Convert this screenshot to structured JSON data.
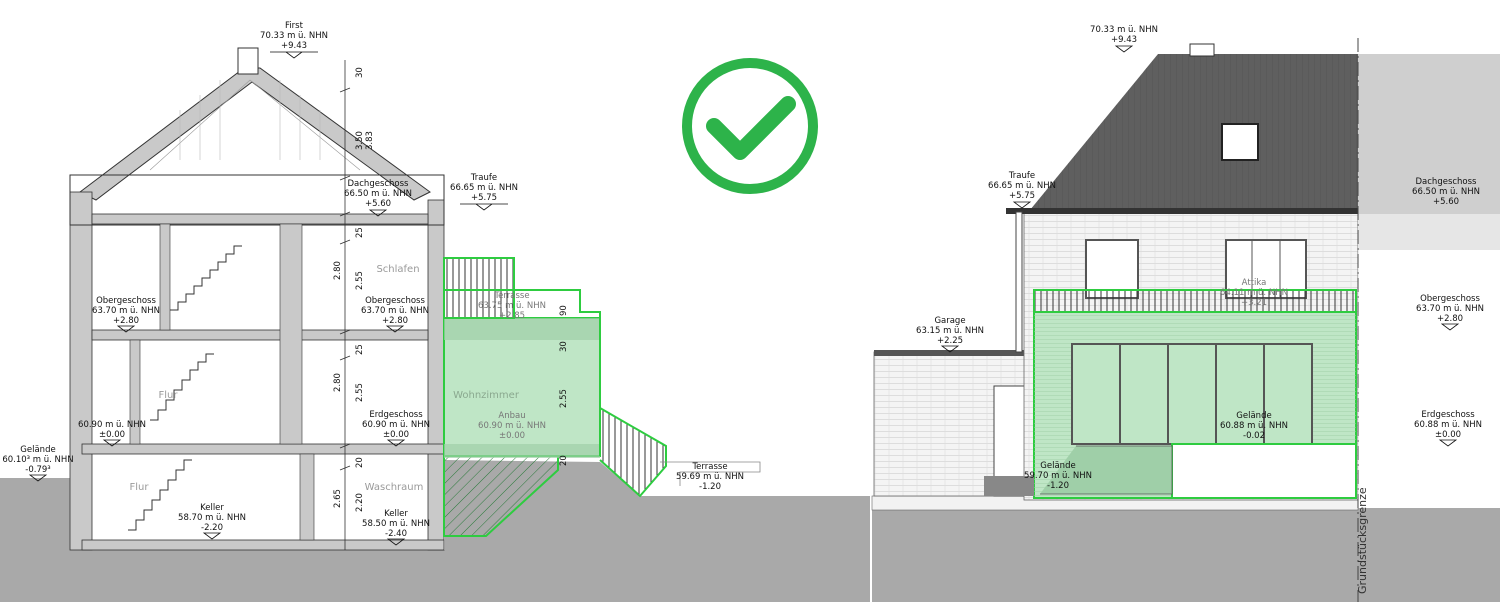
{
  "colors": {
    "check_green": "#2db34a",
    "highlight_green": "#2ecc40",
    "highlight_fill": "#bfe6c6",
    "ground_gray": "#a9a9a9",
    "roof_dark": "#5f5f5f",
    "wall_gray": "#c9c9c9"
  },
  "icons": {
    "status": "check-circle-icon"
  },
  "section": {
    "first": {
      "name": "First",
      "elev": "70.33 m ü. NHN",
      "rel": "+9.43"
    },
    "traufe": {
      "name": "Traufe",
      "elev": "66.65 m ü. NHN",
      "rel": "+5.75"
    },
    "dachgeschoss": {
      "name": "Dachgeschoss",
      "elev": "66.50 m ü. NHN",
      "rel": "+5.60"
    },
    "obergeschoss": {
      "name": "Obergeschoss",
      "elev": "63.70 m ü. NHN",
      "rel": "+2.80"
    },
    "erdgeschoss": {
      "name": "Erdgeschoss",
      "elev": "60.90 m ü. NHN",
      "rel": "±0.00"
    },
    "eg_left": {
      "elev": "60.90 m ü. NHN",
      "rel": "±0.00"
    },
    "gelaende": {
      "name": "Gelände",
      "elev": "60.10³ m ü. NHN",
      "rel": "-0.79³"
    },
    "keller_left": {
      "name": "Keller",
      "elev": "58.70 m ü. NHN",
      "rel": "-2.20"
    },
    "keller_right": {
      "name": "Keller",
      "elev": "58.50 m ü. NHN",
      "rel": "-2.40"
    },
    "terrasse_top": {
      "name": "Terrasse",
      "elev": "63.75 m ü. NHN",
      "rel": "+2.85"
    },
    "anbau": {
      "name": "Anbau",
      "elev": "60.90 m ü. NHN",
      "rel": "±0.00"
    },
    "terrasse_low": {
      "name": "Terrasse",
      "elev": "59.69 m ü. NHN",
      "rel": "-1.20"
    },
    "rooms": {
      "schlafen": "Schlafen",
      "flur_upper": "Flur",
      "flur_lower": "Flur",
      "wohnzimmer": "Wohnzimmer",
      "waschraum": "Waschraum"
    },
    "dims": [
      "30",
      "3.83",
      "3.50",
      "25",
      "2.80",
      "2.55",
      "25",
      "2.80",
      "2.55",
      "20",
      "2.65",
      "2.20",
      "90",
      "30",
      "2.55",
      "20"
    ]
  },
  "elevation": {
    "first": {
      "elev": "70.33 m ü. NHN",
      "rel": "+9.43"
    },
    "traufe": {
      "name": "Traufe",
      "elev": "66.65 m ü. NHN",
      "rel": "+5.75"
    },
    "garage": {
      "name": "Garage",
      "elev": "63.15 m ü. NHN",
      "rel": "+2.25"
    },
    "attika": {
      "name": "Attika",
      "elev": "64.11 m ü. NHN",
      "rel": "+3.21"
    },
    "gelaende_mid": {
      "name": "Gelände",
      "elev": "60.88 m ü. NHN",
      "rel": "-0.02"
    },
    "gelaende_low": {
      "name": "Gelände",
      "elev": "59.70 m ü. NHN",
      "rel": "-1.20"
    },
    "grundstuecksgrenze": "Grundstücksgrenze",
    "dachgeschoss": {
      "name": "Dachgeschoss",
      "elev": "66.50 m ü. NHN",
      "rel": "+5.60"
    },
    "obergeschoss": {
      "name": "Obergeschoss",
      "elev": "63.70 m ü. NHN",
      "rel": "+2.80"
    },
    "erdgeschoss": {
      "name": "Erdgeschoss",
      "elev": "60.88 m ü. NHN",
      "rel": "±0.00"
    }
  }
}
